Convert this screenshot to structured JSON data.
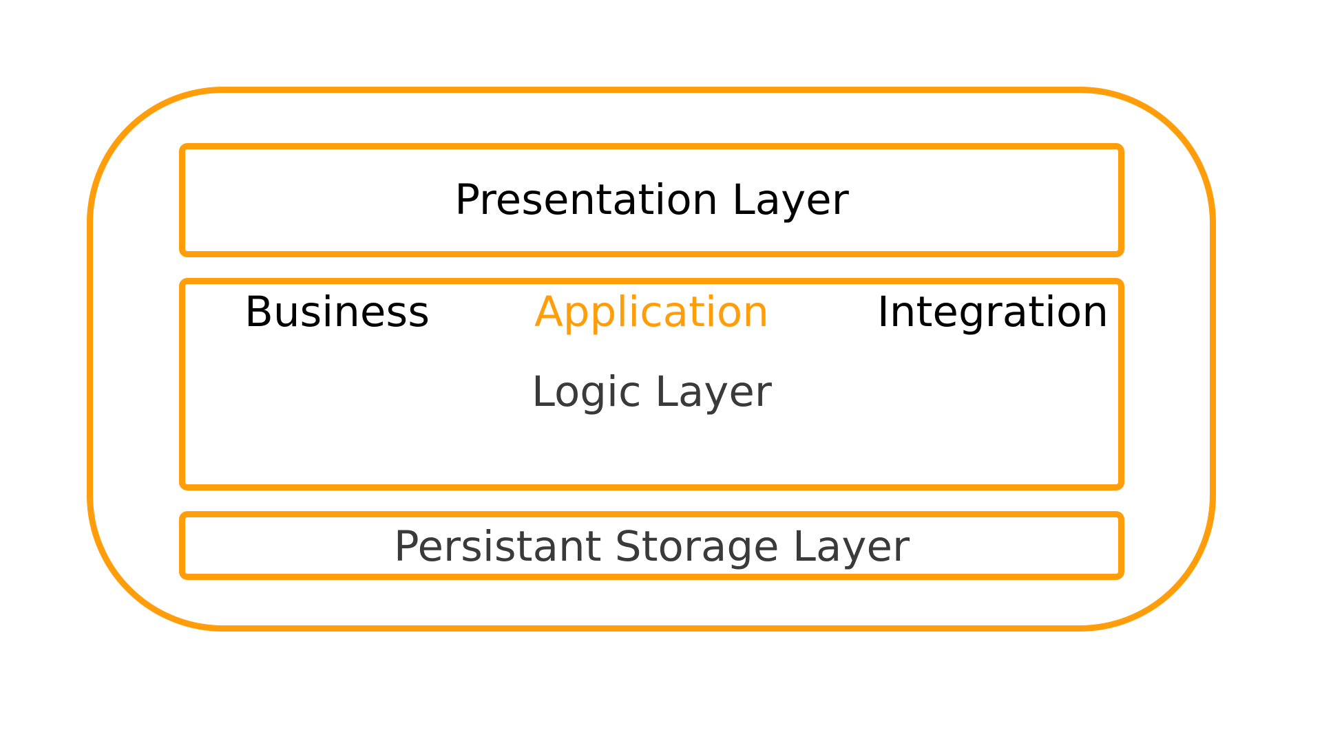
{
  "diagram": {
    "presentation_layer": {
      "title": "Presentation Layer"
    },
    "logic_layer": {
      "tags": [
        "Business",
        "Application",
        "Integration"
      ],
      "title": "Logic Layer"
    },
    "storage_layer": {
      "title": "Persistant Storage Layer"
    }
  },
  "colors": {
    "accent": "#ff9d0a",
    "text_dark": "#000000",
    "text_gray": "#3a3a3a",
    "background": "#ffffff"
  }
}
